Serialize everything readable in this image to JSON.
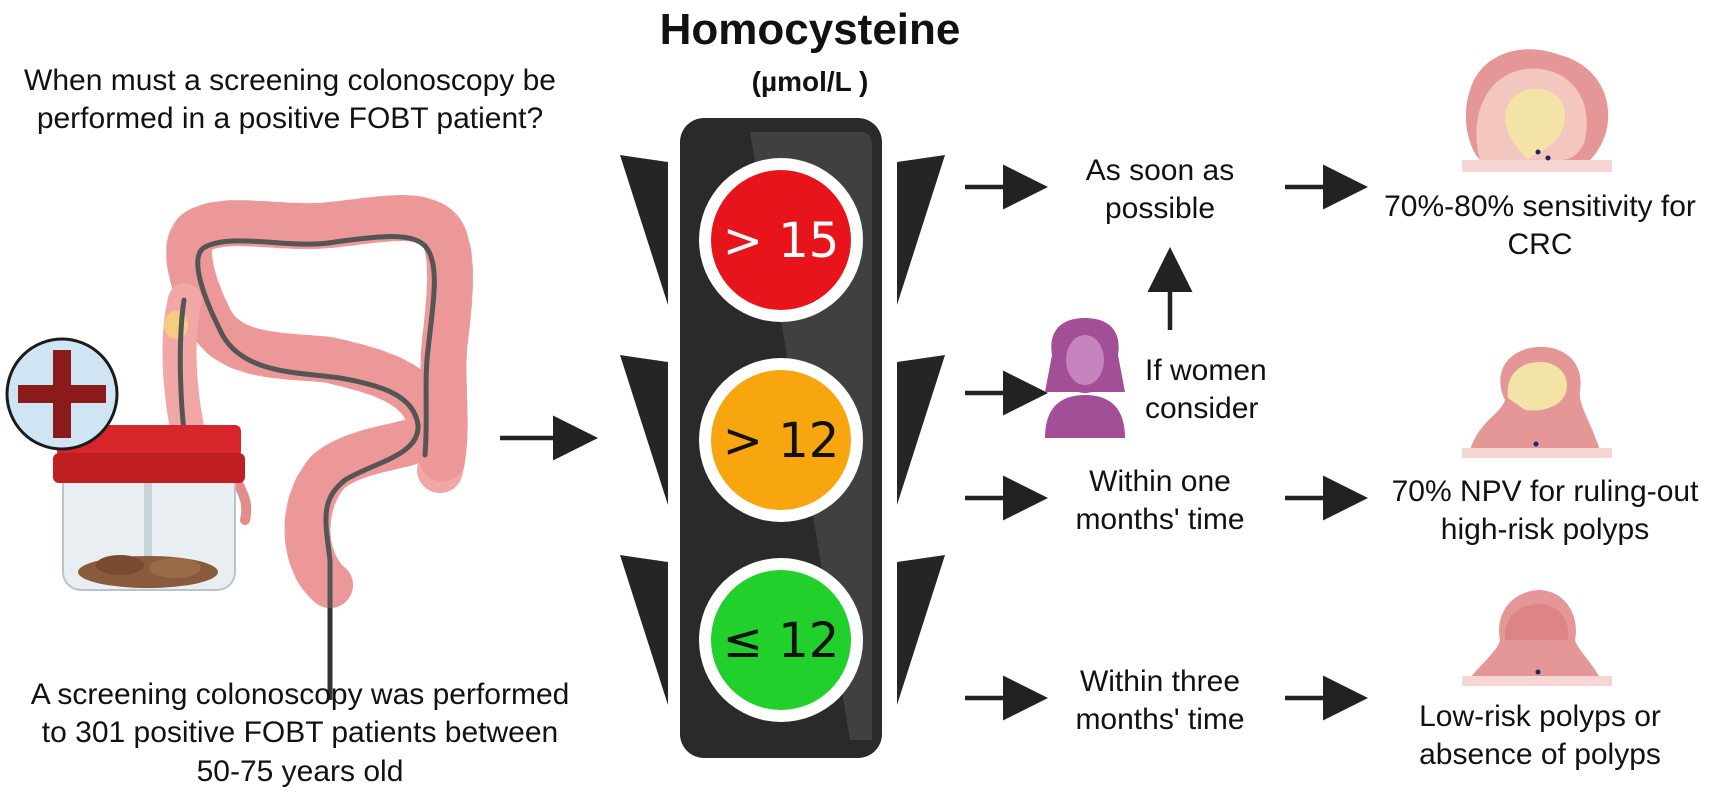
{
  "left": {
    "question": "When must a screening colonoscopy be performed in a positive FOBT patient?",
    "summary": "A screening colonoscopy was performed to 301 positive FOBT patients between 50-75 years old"
  },
  "light": {
    "title": "Homocysteine",
    "unit": "(µmol/L )",
    "levels": [
      {
        "label": "> 15",
        "color": "#e8141b"
      },
      {
        "label": "> 12",
        "color": "#f8a60f"
      },
      {
        "label": "≤ 12",
        "color": "#22d02c"
      }
    ],
    "housing_color": "#2a2a2a"
  },
  "actions": {
    "asap": "As soon as possible",
    "women": "If women consider",
    "one_month": "Within one months' time",
    "three_months": "Within three months' time"
  },
  "outcomes": {
    "crc": "70%-80% sensitivity for CRC",
    "npv": "70% NPV for ruling-out high-risk polyps",
    "low": "Low-risk polyps or absence of polyps"
  },
  "icons": [
    "colon-icon",
    "positive-plus-icon",
    "stool-sample-jar-icon",
    "woman-icon",
    "cancer-tissue-icon",
    "polyp-tissue-icon",
    "normal-tissue-icon"
  ],
  "colors": {
    "arrow": "#222222",
    "woman": "#a24f98",
    "colon": "#f0a0a0",
    "tumor": "#f3e3a6",
    "plus": "#8b1a1a"
  }
}
